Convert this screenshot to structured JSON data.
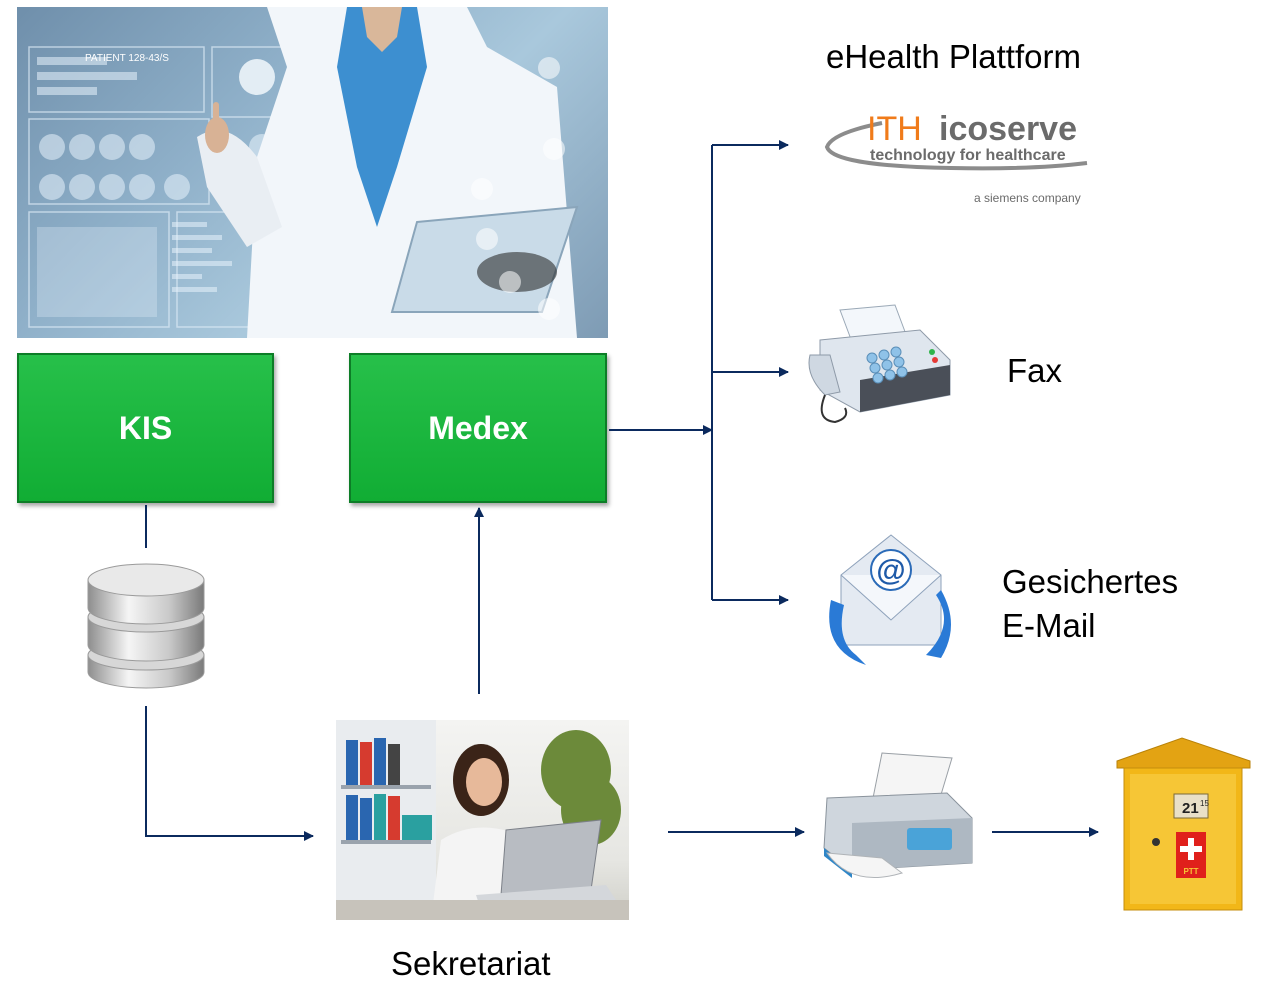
{
  "diagram": {
    "photo_label": "PATIENT 128-43/S",
    "kis_label": "KIS",
    "medex_label": "Medex",
    "ehealth_title": "eHealth Plattform",
    "logo": {
      "brand_ith": "ITH",
      "brand_icoserve": "icoserve",
      "tagline": "technology for healthcare",
      "subline": "a siemens company"
    },
    "fax_label": "Fax",
    "email_line1": "Gesichertes",
    "email_line2": "E-Mail",
    "sekretariat_label": "Sekretariat",
    "mailbox_time": "21",
    "mailbox_time_sup": "15",
    "mailbox_ptt": "PTT"
  },
  "colors": {
    "box_green": "#14b336",
    "arrow_navy": "#0b2a5e",
    "logo_orange": "#f07b1a",
    "logo_grey": "#6b6b6b",
    "mailbox_yellow": "#f2b718"
  }
}
